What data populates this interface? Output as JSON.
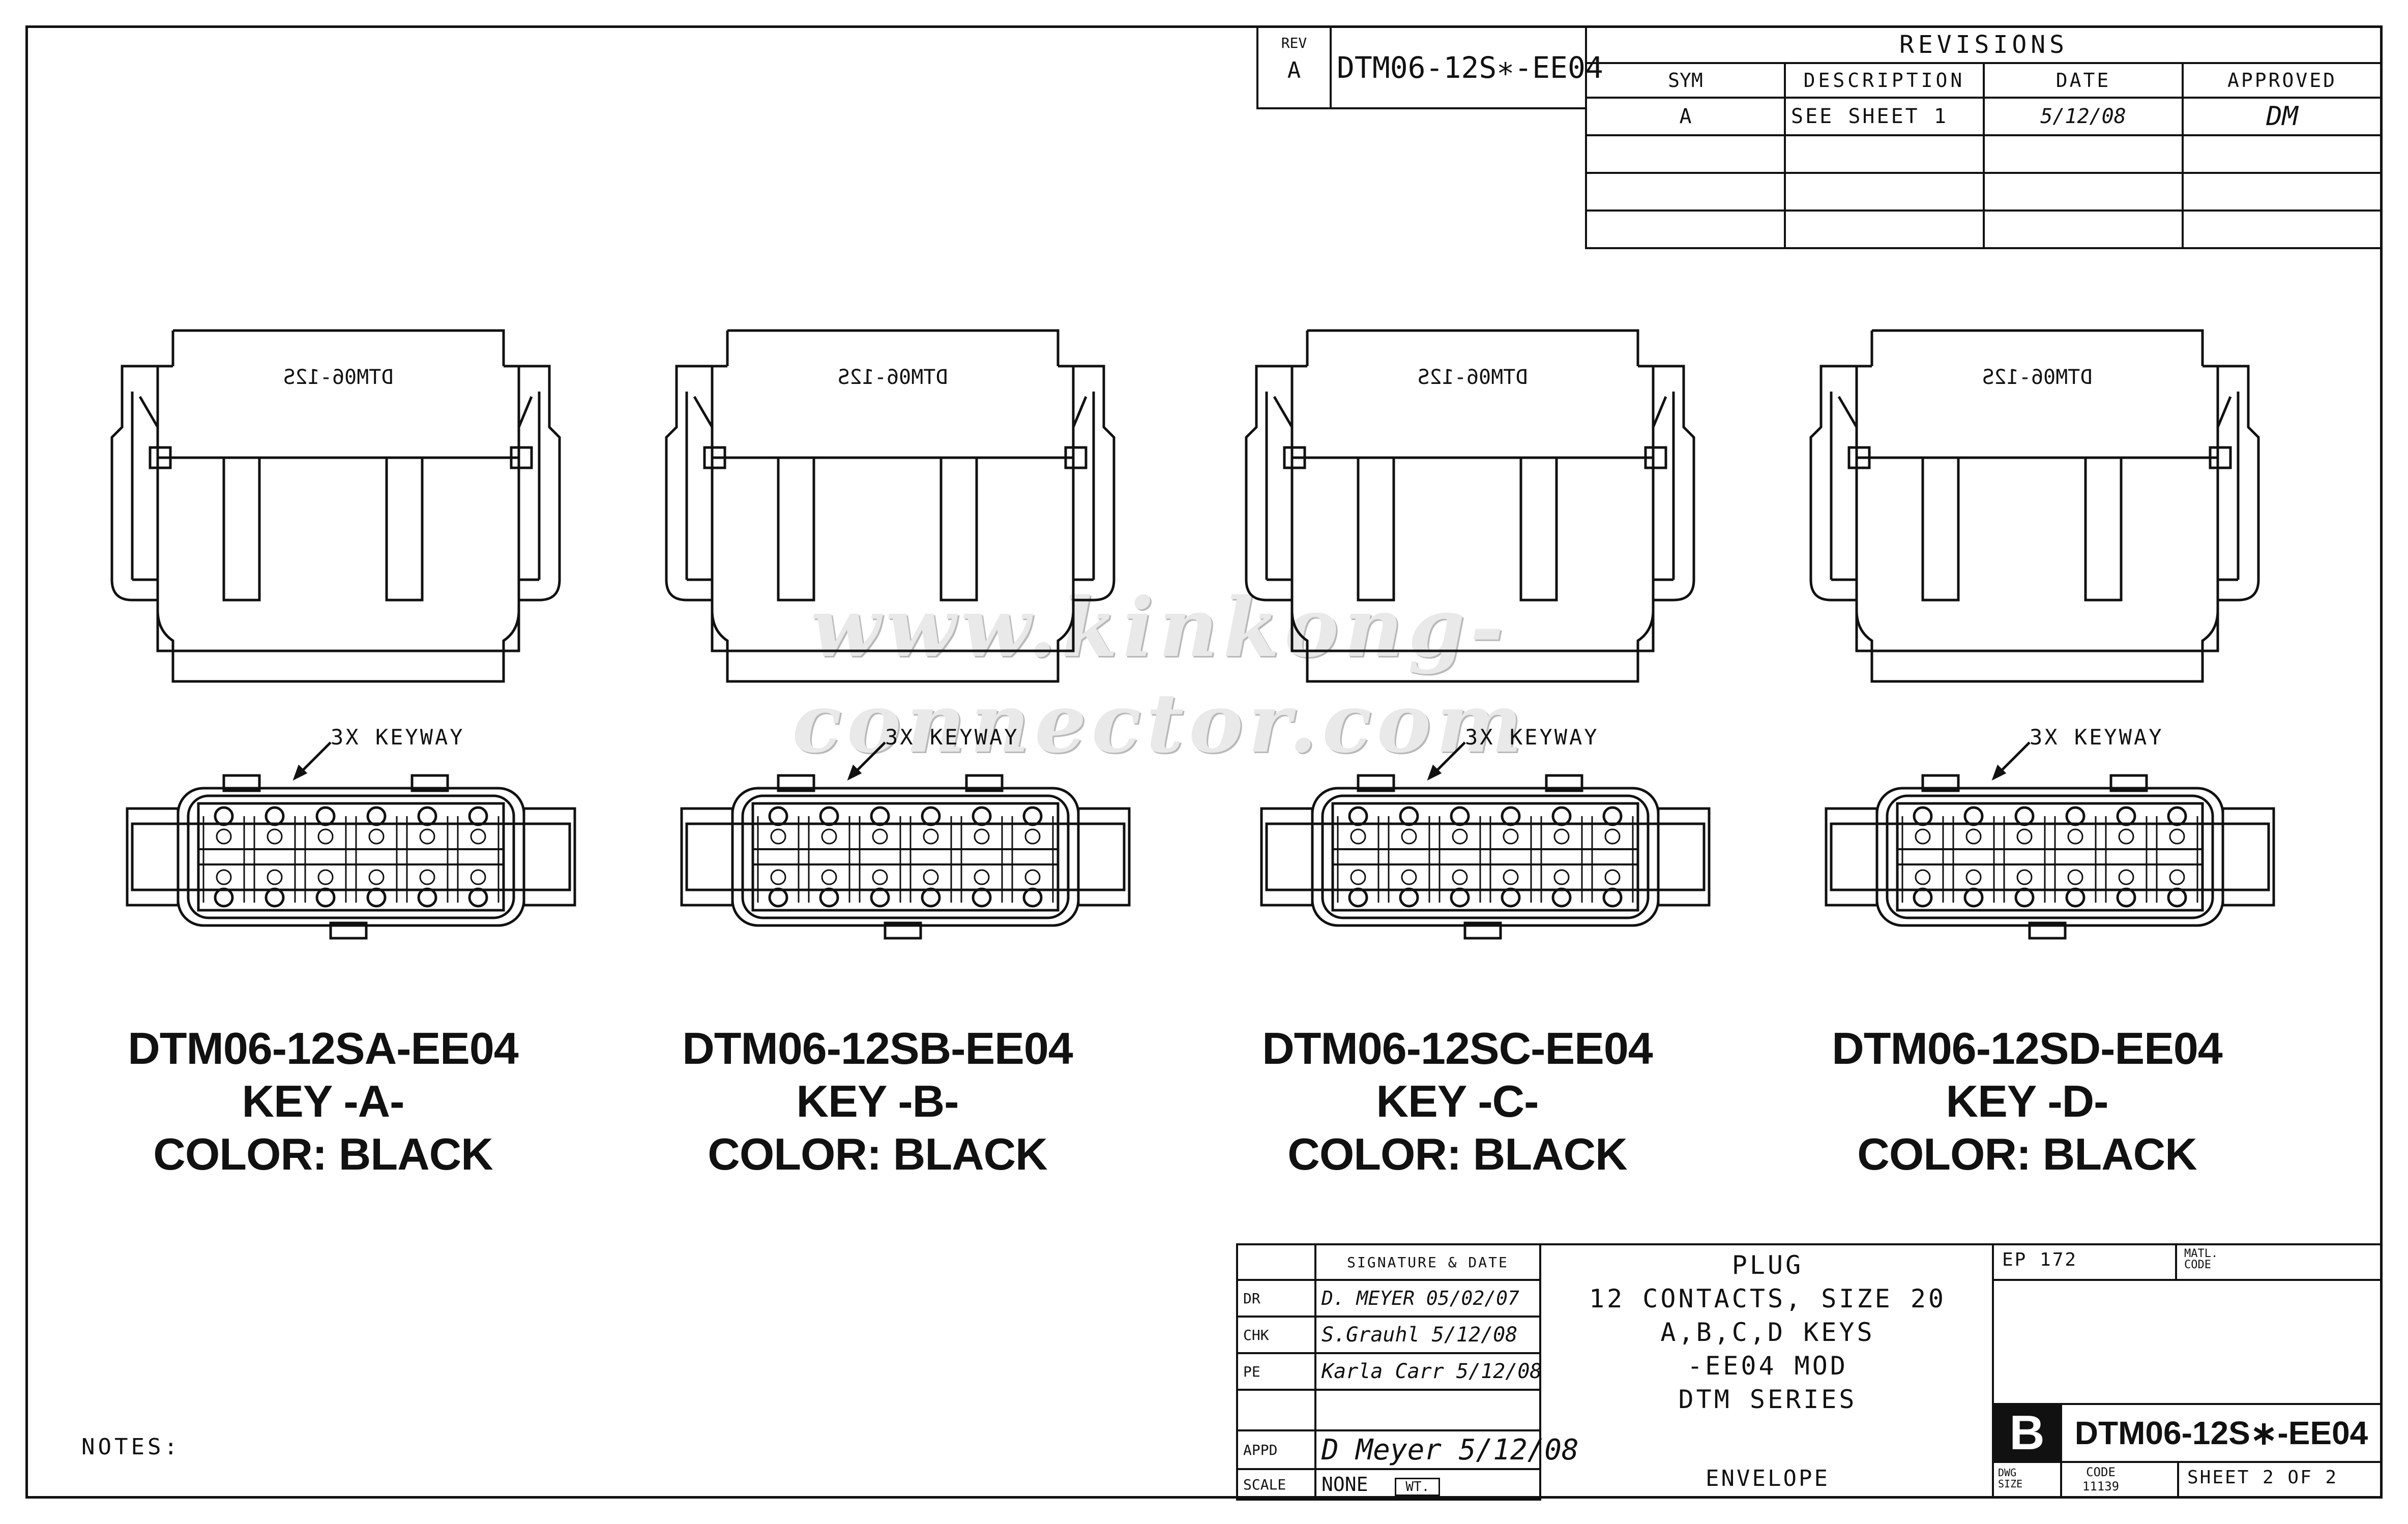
{
  "rev_box": {
    "rev_label": "REV",
    "rev_value": "A",
    "part_number": "DTM06-12S∗-EE04"
  },
  "revisions": {
    "title": "REVISIONS",
    "headers": [
      "SYM",
      "DESCRIPTION",
      "DATE",
      "APPROVED"
    ],
    "rows": [
      {
        "sym": "A",
        "description": "SEE SHEET 1",
        "date": "5/12/08",
        "approved": "DM"
      },
      {
        "sym": "",
        "description": "",
        "date": "",
        "approved": ""
      },
      {
        "sym": "",
        "description": "",
        "date": "",
        "approved": ""
      },
      {
        "sym": "",
        "description": "",
        "date": "",
        "approved": ""
      }
    ]
  },
  "connectors": [
    {
      "body_text": "DTM06-12S",
      "keyway": "3X KEYWAY",
      "part": "DTM06-12SA-EE04",
      "key": "KEY  -A-",
      "color": "COLOR:  BLACK"
    },
    {
      "body_text": "DTM06-12S",
      "keyway": "3X KEYWAY",
      "part": "DTM06-12SB-EE04",
      "key": "KEY  -B-",
      "color": "COLOR:  BLACK"
    },
    {
      "body_text": "DTM06-12S",
      "keyway": "3X KEYWAY",
      "part": "DTM06-12SC-EE04",
      "key": "KEY  -C-",
      "color": "COLOR:  BLACK"
    },
    {
      "body_text": "DTM06-12S",
      "keyway": "3X KEYWAY",
      "part": "DTM06-12SD-EE04",
      "key": "KEY  -D-",
      "color": "COLOR:  BLACK"
    }
  ],
  "watermark": "www.kinkong-connector.com",
  "notes_label": "NOTES:",
  "title_block": {
    "sig_header": "SIGNATURE & DATE",
    "rows": [
      {
        "label": "DR",
        "value": "D. MEYER 05/02/07"
      },
      {
        "label": "CHK",
        "value": "S.Grauhl 5/12/08"
      },
      {
        "label": "PE",
        "value": "Karla Carr 5/12/08"
      },
      {
        "label": "APPD",
        "value": "D Meyer 5/12/08"
      }
    ],
    "scale_label": "SCALE",
    "scale_value": "NONE",
    "wt_label": "WT.",
    "desc_lines": [
      "PLUG",
      "12 CONTACTS, SIZE 20",
      "A,B,C,D KEYS",
      "-EE04 MOD",
      "DTM SERIES"
    ],
    "envelope": "ENVELOPE",
    "ep": "EP 172",
    "matl_code": "MATL. CODE",
    "size_letter": "B",
    "dwg_size": "DWG SIZE",
    "dwg_number": "DTM06-12S∗-EE04",
    "code_label": "CODE",
    "code_value": "11139",
    "sheet": "SHEET 2 OF 2"
  }
}
